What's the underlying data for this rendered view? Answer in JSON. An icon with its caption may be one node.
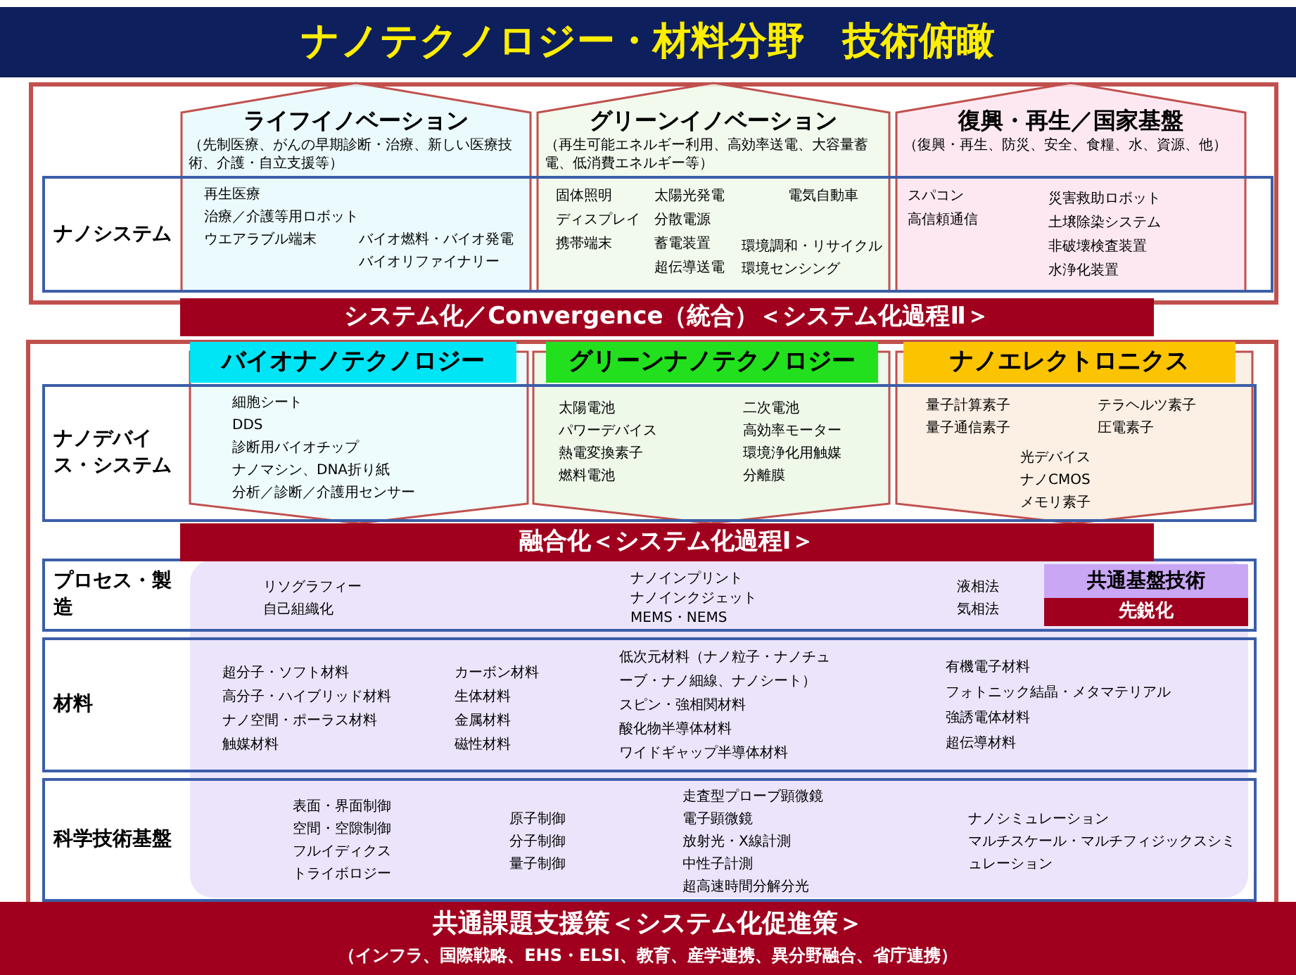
{
  "diagram": {
    "title": "ナノテクノロジー・材料分野　技術俯瞰",
    "nodes": [
      {
        "text": [
          "ライフイノベーション",
          "（先制医療、がんの早期診断・治療、新しい医療技術、介護・自立支援等）"
        ]
      },
      {
        "text": [
          "グリーンイノベーション",
          "（再生可能エネルギー利用、高効率送電、大容量蓄電、低消費エネルギー等）"
        ]
      },
      {
        "text": [
          "復興・再生／国家基盤",
          "（復興・再生、防災、安全、食糧、水、資源、他）"
        ]
      },
      {
        "text": [
          "ナノシステム"
        ]
      },
      {
        "text": [
          "システム化／Convergence（統合）＜システム化過程Ⅱ＞"
        ]
      },
      {
        "text": [
          "ナノデバイス・システム"
        ]
      },
      {
        "text": [
          "バイオナノテクノロジー"
        ]
      },
      {
        "text": [
          "グリーンナノテクノロジー"
        ]
      },
      {
        "text": [
          "ナノエレクトロニクス"
        ]
      },
      {
        "text": [
          "融合化＜システム化過程Ⅰ＞"
        ]
      },
      {
        "text": [
          "プロセス・製造"
        ]
      },
      {
        "text": [
          "材料"
        ]
      },
      {
        "text": [
          "科学技術基盤"
        ]
      },
      {
        "text": [
          "共通基盤技術"
        ],
        "in": 10
      },
      {
        "text": [
          "先鋭化"
        ],
        "in": 10
      },
      {
        "text": [
          "共通課題支援策＜システム化促進策＞",
          "（インフラ、国際戦略、EHS・ELSI、教育、産学連携、異分野融合、省庁連携）"
        ]
      }
    ],
    "labels": [
      "再生医療",
      "治療／介護等用ロボット",
      "ウエアラブル端末",
      "バイオ燃料・バイオ発電",
      "バイオリファイナリー",
      "固体照明",
      "ディスプレイ",
      "携帯端末",
      "太陽光発電",
      "分散電源",
      "蓄電装置",
      "超伝導送電",
      "電気自動車",
      "環境調和・リサイクル",
      "環境センシング",
      "スパコン",
      "高信頼通信",
      "災害救助ロボット",
      "土壌除染システム",
      "非破壊検査装置",
      "水浄化装置",
      "細胞シート",
      "DDS",
      "診断用バイオチップ",
      "ナノマシン、DNA折り紙",
      "分析／診断／介護用センサー",
      "太陽電池",
      "パワーデバイス",
      "熱電変換素子",
      "燃料電池",
      "二次電池",
      "高効率モーター",
      "環境浄化用触媒",
      "分離膜",
      "量子計算素子",
      "量子通信素子",
      "テラヘルツ素子",
      "圧電素子",
      "光デバイス",
      "ナノCMOS",
      "メモリ素子",
      "リソグラフィー",
      "自己組織化",
      "ナノインプリント",
      "ナノインクジェット",
      "MEMS・NEMS",
      "液相法",
      "気相法",
      "超分子・ソフト材料",
      "高分子・ハイブリッド材料",
      "ナノ空間・ポーラス材料",
      "触媒材料",
      "カーボン材料",
      "生体材料",
      "金属材料",
      "磁性材料",
      "低次元材料（ナノ粒子・ナノチューブ・ナノ細線、ナノシート）",
      "スピン・強相関材料",
      "酸化物半導体材料",
      "ワイドギャップ半導体材料",
      "有機電子材料",
      "フォトニック結晶・メタマテリアル",
      "強誘電体材料",
      "超伝導材料",
      "表面・界面制御",
      "空間・空隙制御",
      "フルイディクス",
      "トライボロジー",
      "原子制御",
      "分子制御",
      "量子制御",
      "走査型プローブ顕微鏡",
      "電子顕微鏡",
      "放射光・X線計測",
      "中性子計測",
      "超高速時間分解分光",
      "ナノシミュレーション",
      "マルチスケール・マルチフィジックスシミュレーション"
    ]
  }
}
